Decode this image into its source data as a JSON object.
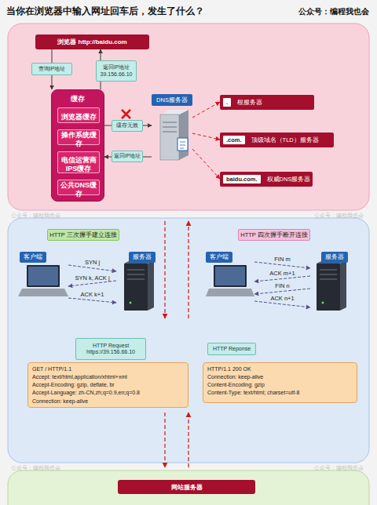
{
  "diagram": {
    "title": "当你在浏览器中输入网址回车后，发生了什么？",
    "nodes": [
      {
        "text": [
          "浏览器 http://baidu.com"
        ]
      },
      {
        "text": [
          "查询IP地址"
        ]
      },
      {
        "text": [
          "返回IP地址 39.156.66.10"
        ]
      },
      {
        "text": [
          "缓存"
        ]
      },
      {
        "text": [
          "浏览器缓存"
        ],
        "in": 3
      },
      {
        "text": [
          "操作系统缓存"
        ],
        "in": 3
      },
      {
        "text": [
          "电信运营商 IPS缓存"
        ],
        "in": 3
      },
      {
        "text": [
          "公共DNS缓存"
        ],
        "in": 3
      },
      {
        "text": [
          "缓存无效"
        ]
      },
      {
        "text": [
          "返回IP地址"
        ]
      },
      {
        "text": [
          "DNS服务器"
        ]
      },
      {
        "text": [
          ".",
          "根服务器"
        ]
      },
      {
        "text": [
          ".com.",
          "顶级域名（TLD）服务器"
        ]
      },
      {
        "text": [
          "baidu.com.",
          "权威DNS服务器"
        ]
      },
      {
        "text": [
          "HTTP 三次握手建立连接"
        ]
      },
      {
        "text": [
          "客户端"
        ]
      },
      {
        "text": [
          "服务器"
        ]
      },
      {
        "text": [
          "HTTP 四次握手断开连接"
        ]
      },
      {
        "text": [
          "客户端"
        ]
      },
      {
        "text": [
          "服务器"
        ]
      },
      {
        "text": [
          "HTTP Request https://39.156.66.10"
        ]
      },
      {
        "text": [
          "GET / HTTP/1.1",
          "Accept: text/html,application/xhtml+xml",
          "Accept-Encoding: gzip, deflate, br",
          "Accept-Language: zh-CN,zh;q=0.9,en;q=0.8",
          "Connection: keep-alive"
        ]
      },
      {
        "text": [
          "HTTP Reponse"
        ]
      },
      {
        "text": [
          "HTTP/1.1 200 OK",
          "Connection: keep-alive",
          "Content-Encoding: gzip",
          "Content-Type: text/html; charset=utf-8"
        ]
      },
      {
        "text": [
          "网站服务器"
        ]
      }
    ],
    "edges": [
      {
        "from": 0,
        "to": 1,
        "arrow": "none"
      },
      {
        "from": 1,
        "to": 3,
        "arrow": "to"
      },
      {
        "from": 3,
        "to": 2,
        "arrow": "none"
      },
      {
        "from": 2,
        "to": 0,
        "arrow": "to"
      },
      {
        "from": 3,
        "to": 8,
        "arrow": "none"
      },
      {
        "from": 8,
        "to": 10,
        "arrow": "to"
      },
      {
        "from": 10,
        "to": 9,
        "arrow": "none"
      },
      {
        "from": 9,
        "to": 3,
        "arrow": "to"
      },
      {
        "from": 10,
        "to": 11,
        "arrow": "to"
      },
      {
        "from": 10,
        "to": 12,
        "arrow": "to"
      },
      {
        "from": 10,
        "to": 13,
        "arrow": "to"
      },
      {
        "from": 15,
        "to": 16,
        "label": "SYN j",
        "arrow": "to"
      },
      {
        "from": 16,
        "to": 15,
        "label": "SYN k, ACK j",
        "arrow": "to"
      },
      {
        "from": 15,
        "to": 16,
        "label": "ACK k+1",
        "arrow": "to"
      },
      {
        "from": 18,
        "to": 19,
        "label": "FIN m",
        "arrow": "to"
      },
      {
        "from": 19,
        "to": 18,
        "label": "ACK m+1",
        "arrow": "to"
      },
      {
        "from": 19,
        "to": 18,
        "label": "FIN n",
        "arrow": "to"
      },
      {
        "from": 18,
        "to": 19,
        "label": "ACK n+1",
        "arrow": "to"
      }
    ],
    "labels": [
      "公众号：编程我也会",
      "公众号：编程我也会",
      "公众号：编程我也会",
      "公众号：编程我也会",
      "公众号：编程我也会"
    ]
  }
}
